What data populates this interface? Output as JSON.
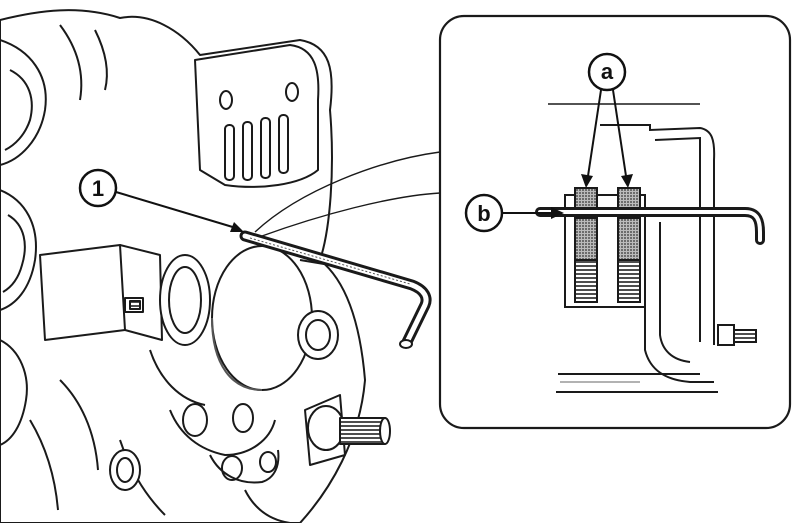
{
  "callouts": {
    "one": "1",
    "a": "a",
    "b": "b"
  },
  "colors": {
    "ink": "#1a1a1a",
    "shade": "#555555",
    "background": "#ffffff",
    "hatch": "#888888"
  },
  "icons": {
    "alternator": "alternator-housing-illustration",
    "pin": "retaining-pin-wire",
    "brushes": "brush-pair-detail"
  }
}
